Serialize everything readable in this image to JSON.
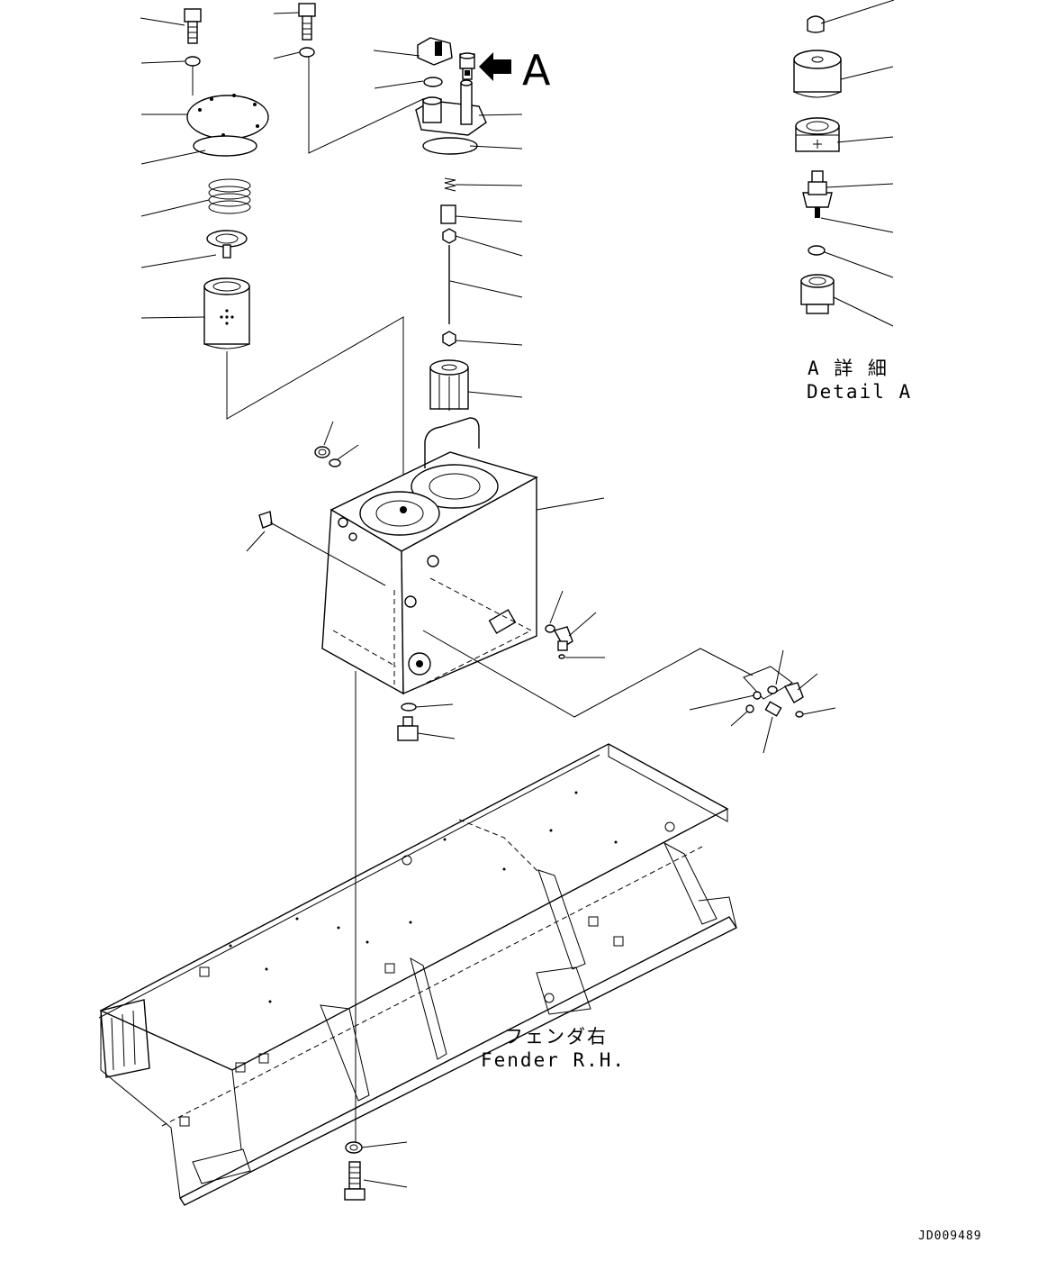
{
  "callout": {
    "letter": "A"
  },
  "detail": {
    "title_jp": "A 詳 細",
    "title_en": "Detail A"
  },
  "fender": {
    "label_jp": "フェンダ右",
    "label_en": "Fender R.H."
  },
  "drawing_ref": "JD009489"
}
